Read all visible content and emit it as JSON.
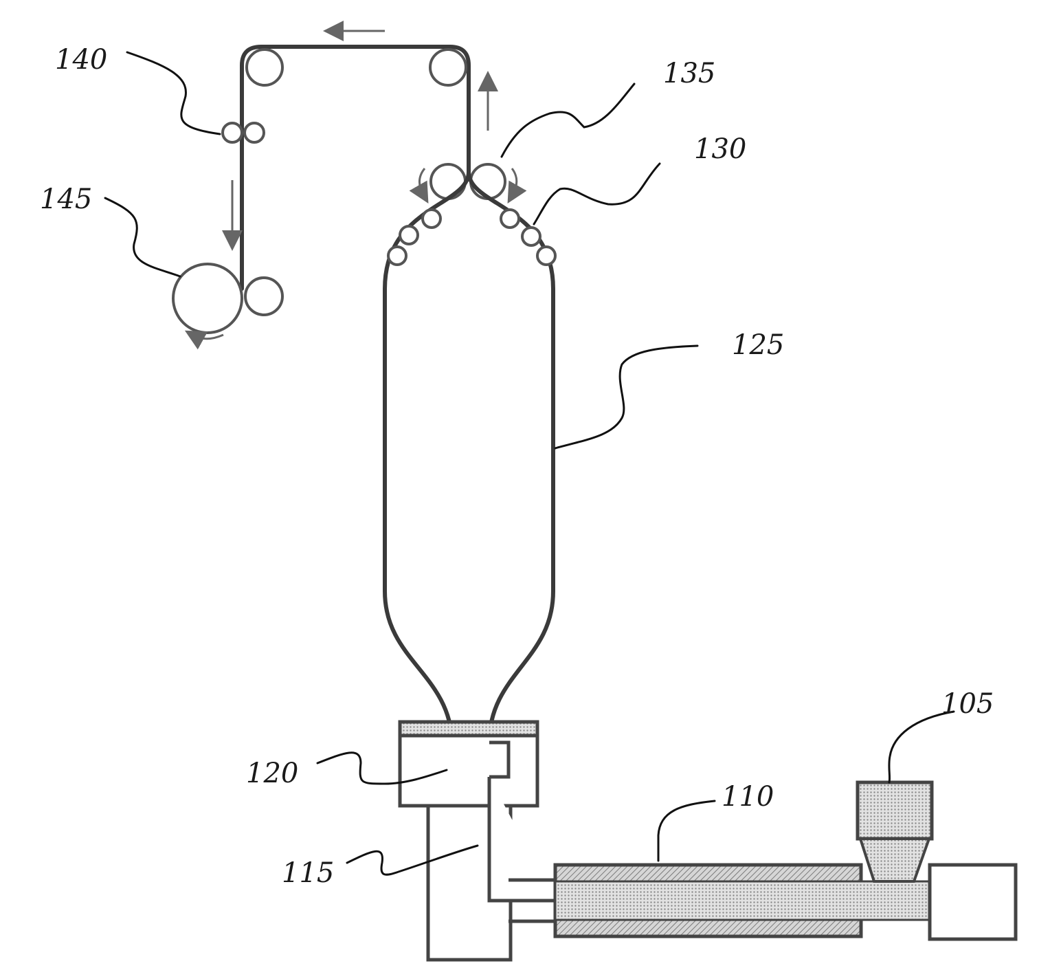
{
  "figure": {
    "subject": "blown film extrusion line",
    "labels": {
      "hopper": "105",
      "extruder": "110",
      "adapter": "115",
      "die": "120",
      "bubble": "125",
      "collapsing_frame": "130",
      "nip_rollers": "135",
      "guide_rollers": "140",
      "winder": "145"
    },
    "colors": {
      "line": "#3a3a3a",
      "fill_hatch": "#bdbdbd",
      "background": "#ffffff"
    }
  }
}
